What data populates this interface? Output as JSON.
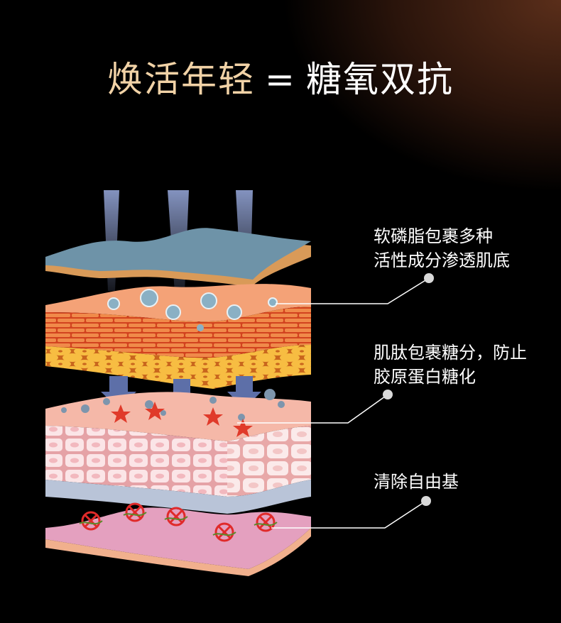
{
  "title": {
    "accent": "焕活年轻",
    "equals": "=",
    "main": "糖氧双抗"
  },
  "callouts": [
    {
      "lines": [
        "软磷脂包裹多种",
        "活性成分渗透肌底"
      ]
    },
    {
      "lines": [
        "肌肽包裹糖分，防止",
        "胶原蛋白糖化"
      ]
    },
    {
      "lines": [
        "清除自由基"
      ]
    }
  ],
  "colors": {
    "background": "#000000",
    "title_accent": "#f1d2a6",
    "title_main": "#ffffff",
    "callout_text": "#ffffff",
    "callout_dot": "#d9d9d9"
  }
}
